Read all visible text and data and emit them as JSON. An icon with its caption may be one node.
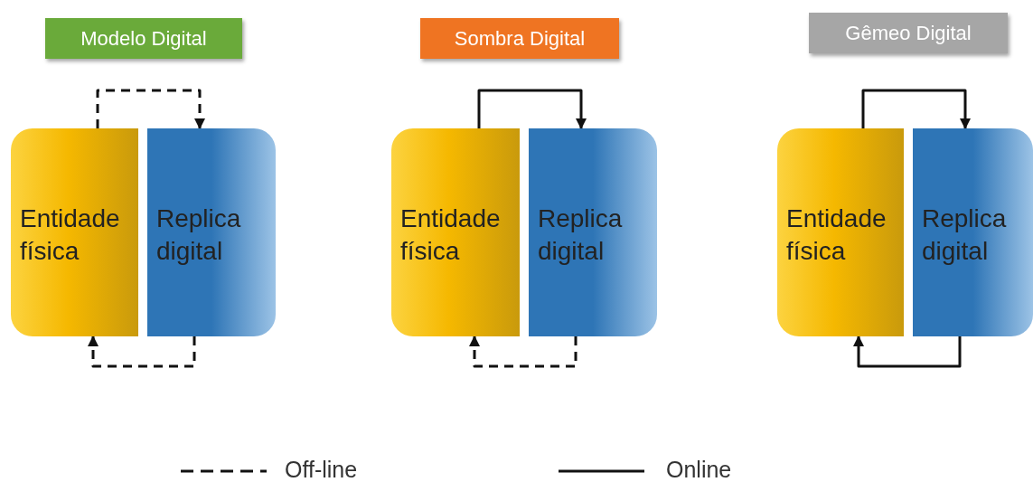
{
  "diagram": {
    "nodes": [
      {
        "text": [
          "Modelo Digital"
        ]
      },
      {
        "text": [
          "Sombra Digital"
        ]
      },
      {
        "text": [
          "Gêmeo Digital"
        ]
      },
      {
        "text": [
          "Entidade física"
        ]
      },
      {
        "text": [
          "Replica digital"
        ]
      },
      {
        "text": [
          "Entidade física"
        ]
      },
      {
        "text": [
          "Replica digital"
        ]
      },
      {
        "text": [
          "Entidade física"
        ]
      },
      {
        "text": [
          "Replica digital"
        ]
      }
    ],
    "edges": [
      {
        "from": 3,
        "to": 4,
        "arrow": "to",
        "style": "dashed"
      },
      {
        "from": 4,
        "to": 3,
        "arrow": "to",
        "style": "dashed"
      },
      {
        "from": 5,
        "to": 6,
        "arrow": "to"
      },
      {
        "from": 6,
        "to": 5,
        "arrow": "to",
        "style": "dashed"
      },
      {
        "from": 7,
        "to": 8,
        "arrow": "to"
      },
      {
        "from": 8,
        "to": 7,
        "arrow": "to"
      }
    ],
    "legend": [
      {
        "text": "Off-line"
      },
      {
        "text": "Online"
      }
    ]
  }
}
